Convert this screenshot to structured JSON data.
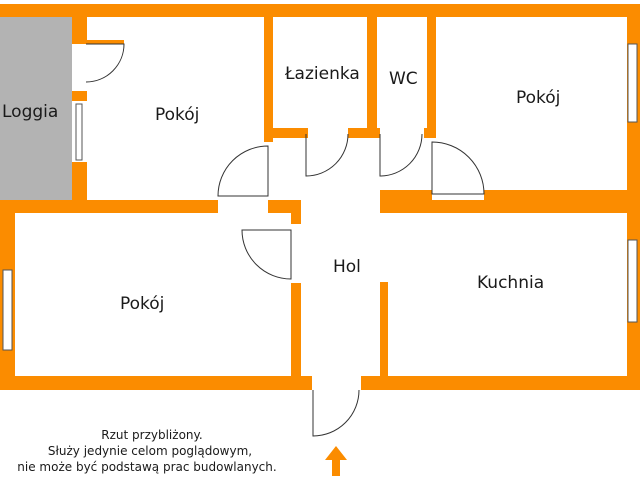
{
  "rooms": {
    "loggia": "Loggia",
    "pokoj_top_left": "Pokój",
    "lazienka": "Łazienka",
    "wc": "WC",
    "pokoj_top_right": "Pokój",
    "pokoj_bottom_left": "Pokój",
    "hol": "Hol",
    "kuchnia": "Kuchnia"
  },
  "note": [
    "Rzut przybliżony.",
    "Służy jedynie celom poglądowym,",
    "nie może być podstawą prac budowlanych."
  ],
  "colors": {
    "walls": "#fb8c00",
    "loggia_fill": "#b3b3b3",
    "entrance_arrow": "#fb8c00"
  },
  "icons": {
    "entrance": "up-arrow-icon"
  }
}
